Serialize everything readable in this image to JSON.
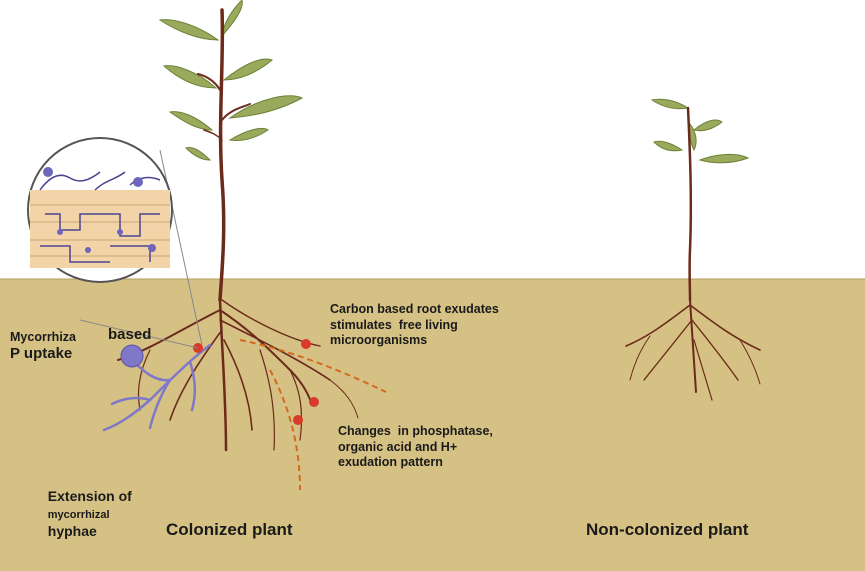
{
  "labels": {
    "mycorrhiza_part1": "Mycorrhiza",
    "mycorrhiza_part2": "based",
    "mycorrhiza_line2": "P uptake",
    "carbon_exudates": "Carbon based root exudates\nstimulates  free living\nmicroorganisms",
    "phosphatase": "Changes  in phosphatase,\norganic acid and H+\nexudation pattern",
    "extension_part1": "Extension of",
    "extension_part2": "mycorrhizal",
    "extension_part3": "hyphae",
    "colonized": "Colonized plant",
    "non_colonized": "Non-colonized plant"
  },
  "colors": {
    "soil": "#d6c185",
    "stem": "#6b2a1a",
    "leaf": "#9aaa5c",
    "leaf_dark": "#6f8038",
    "hyphae": "#7f78c8",
    "marker": "#d93a2c",
    "exudate_path": "#d26a1f"
  }
}
